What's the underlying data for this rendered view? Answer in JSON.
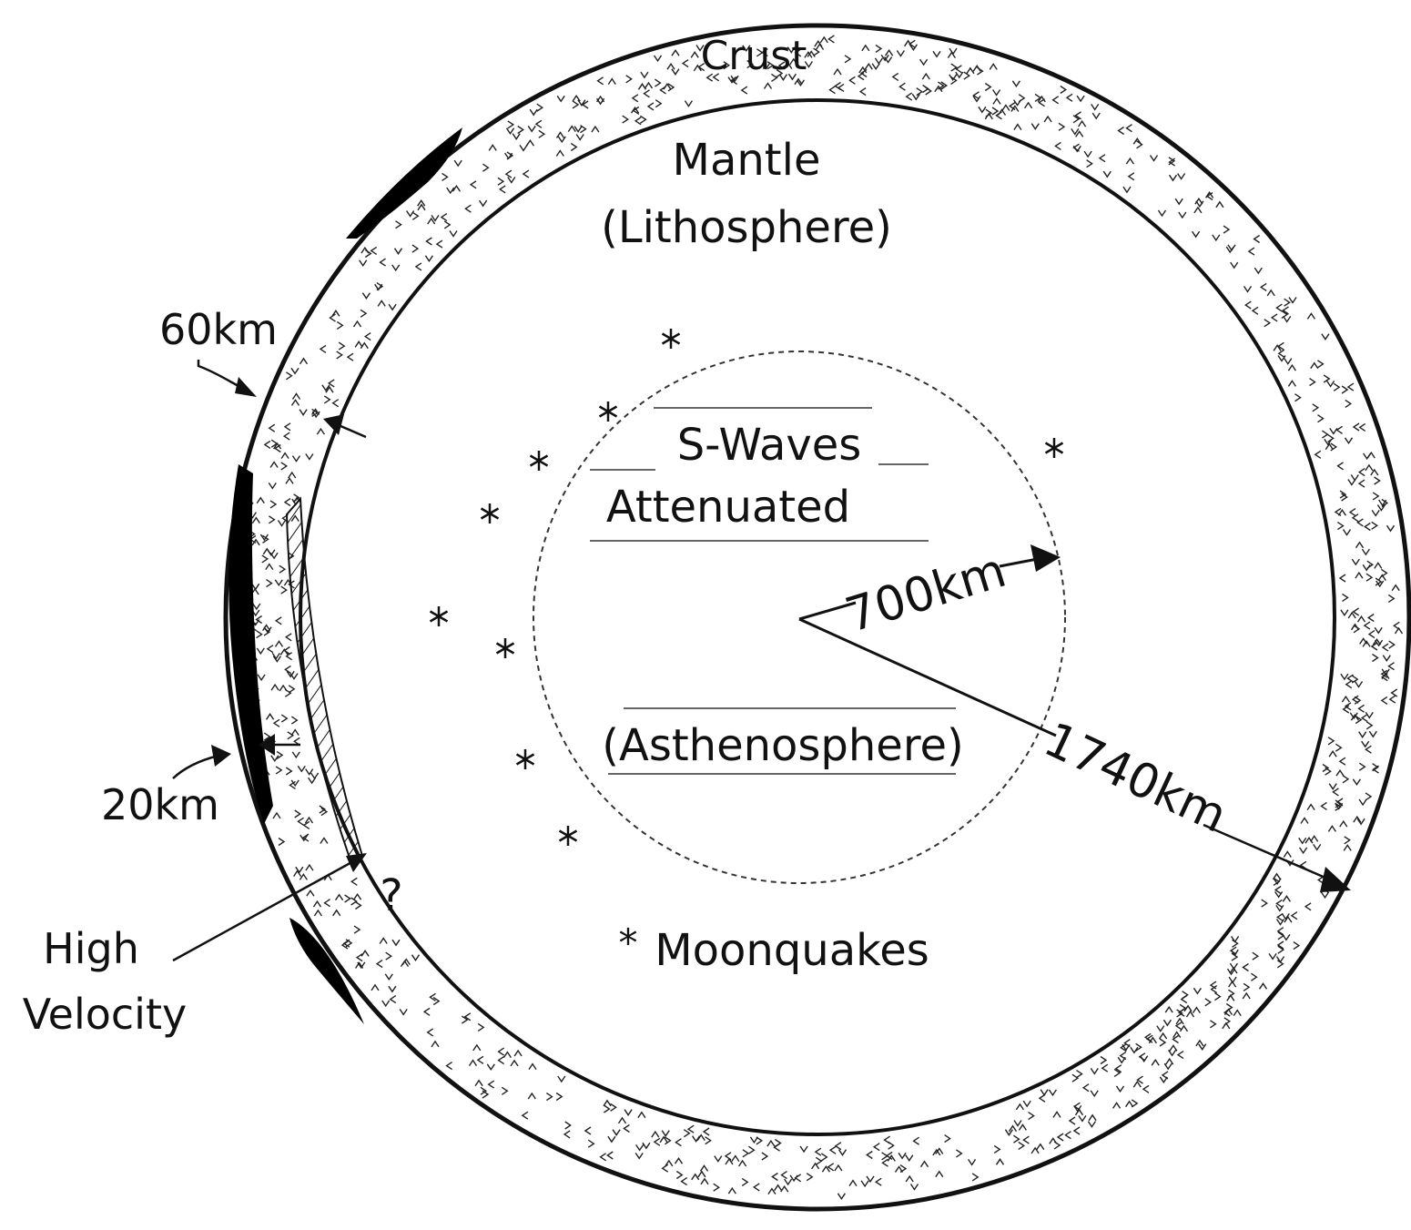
{
  "labels": {
    "crust": "Crust",
    "mantle": "Mantle",
    "lithosphere": "(Lithosphere)",
    "s_waves": "S-Waves",
    "attenuated": "Attenuated",
    "asthenosphere": "(Asthenosphere)",
    "radius_inner": "700km",
    "radius_outer": "1740km",
    "thickness_60": "60km",
    "thickness_20": "20km",
    "high": "High",
    "velocity": "Velocity",
    "question": "?",
    "moonquake_symbol": "*",
    "moonquakes": "Moonquakes"
  },
  "colors": {
    "ink": "#111111",
    "paper": "#ffffff",
    "mare_fill": "#000000"
  },
  "icons": {
    "moonquake": "asterisk"
  }
}
